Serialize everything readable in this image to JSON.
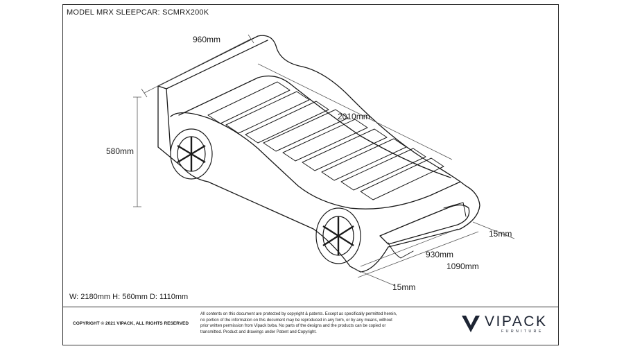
{
  "header": {
    "model_title": "MODEL MRX SLEEPCAR: SCMRX200K"
  },
  "dimensions": {
    "width_960": "960mm",
    "length_2010": "2010mm",
    "height_580": "580mm",
    "inner_930": "930mm",
    "outer_1090": "1090mm",
    "offset_15_right": "15mm",
    "offset_15_bottom": "15mm"
  },
  "overall": "W: 2180mm H: 560mm D: 1110mm",
  "footer": {
    "copyright": "COPYRIGHT © 2021 VIPACK, ALL RIGHTS RESERVED",
    "legal_lines": [
      "All contents on this document are protected by copyright & patents.  Except as specifically permitted herein,",
      "no portion of the information on this document may be reproduced in any form, or by any means, without",
      "prior written permission from Vipack bvba. No parts of the designs and the products can be copied or",
      "transmitted. Product and drawings under Patent and Copyright."
    ],
    "brand_name": "VIPACK",
    "brand_sub": "FURNITURE"
  },
  "colors": {
    "line": "#1a1a1a",
    "brand": "#1d2433"
  }
}
